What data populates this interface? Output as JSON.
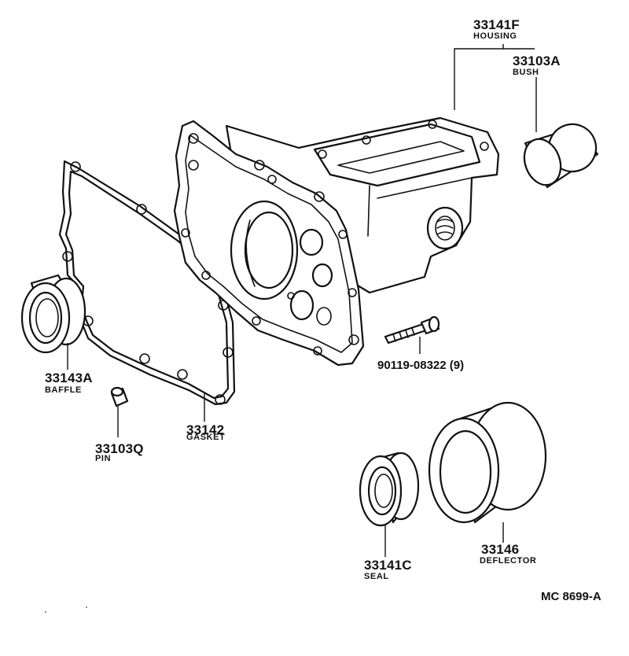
{
  "parts": [
    {
      "number": "33141F",
      "name": "HOUSING"
    },
    {
      "number": "33103A",
      "name": "BUSH"
    },
    {
      "number": "33143A",
      "name": "BAFFLE"
    },
    {
      "number": "33142",
      "name": "GASKET"
    },
    {
      "number": "33103Q",
      "name": "PIN"
    },
    {
      "number": "90119-08322 (9)",
      "name": ""
    },
    {
      "number": "33146",
      "name": "DEFLECTOR"
    },
    {
      "number": "33141C",
      "name": "SEAL"
    }
  ],
  "diagram_ref": "MC 8699-A"
}
